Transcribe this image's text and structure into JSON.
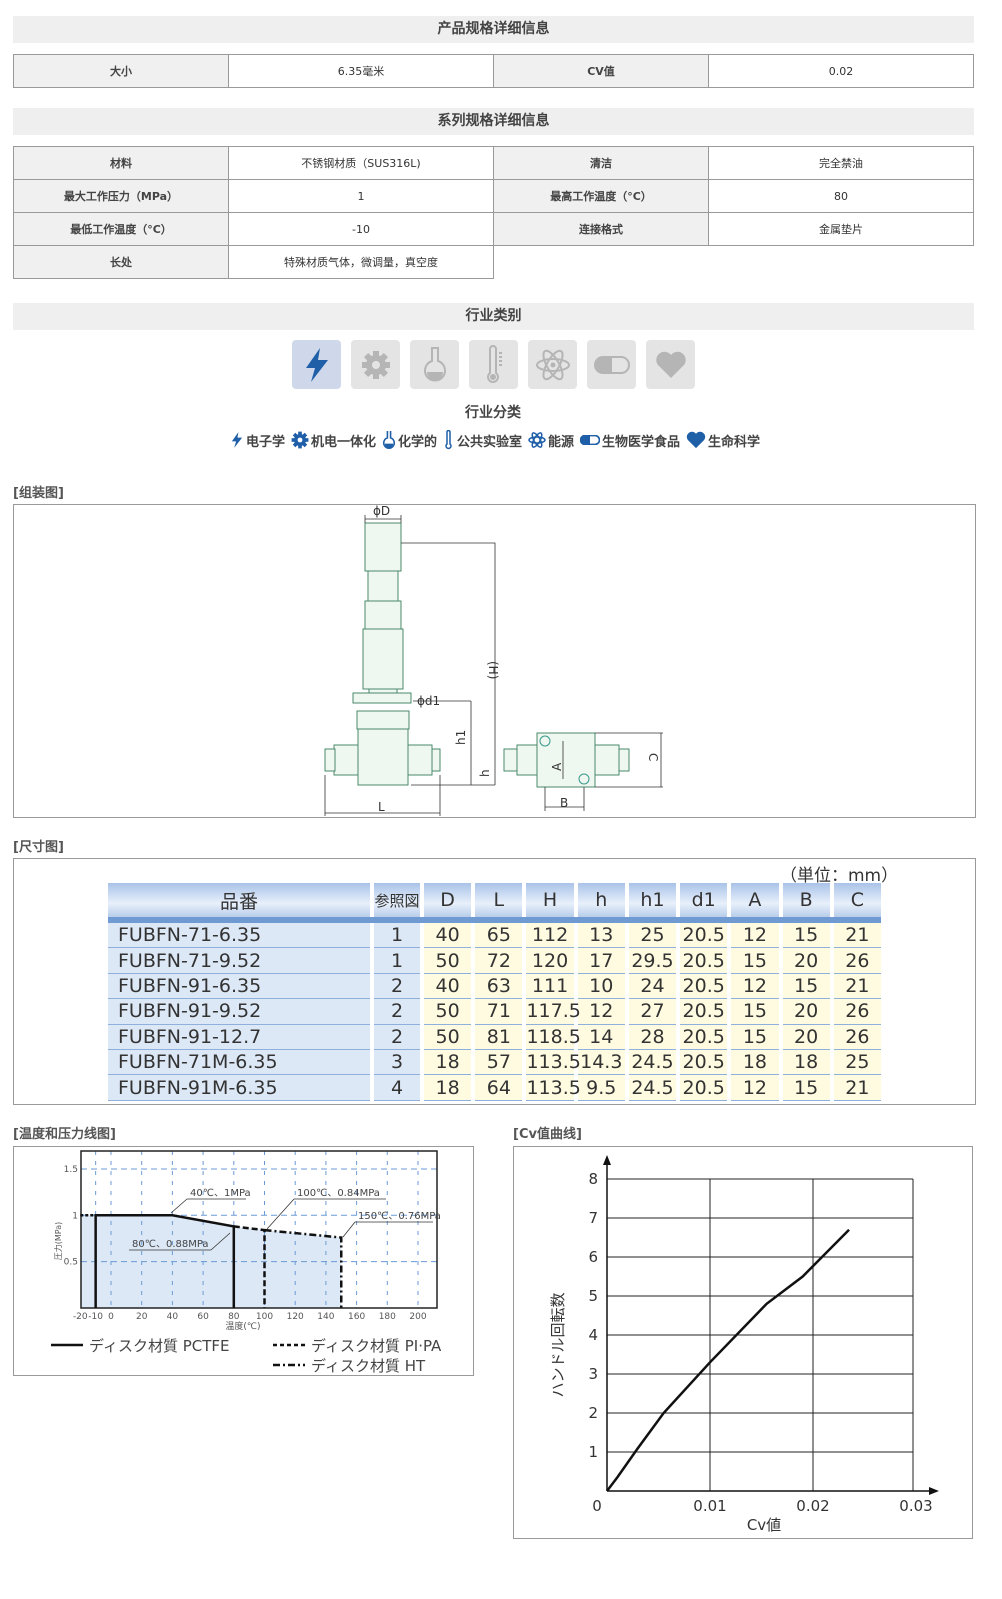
{
  "product_spec": {
    "title": "产品规格详细信息",
    "rows": [
      [
        "大小",
        "6.35毫米",
        "CV值",
        "0.02"
      ]
    ]
  },
  "series_spec": {
    "title": "系列规格详细信息",
    "rows": [
      [
        "材料",
        "不锈钢材质（SUS316L)",
        "清洁",
        "完全禁油"
      ],
      [
        "最大工作压力（MPa）",
        "1",
        "最高工作温度（°C）",
        "80"
      ],
      [
        "最低工作温度（°C）",
        "-10",
        "连接格式",
        "金属垫片"
      ],
      [
        "长处",
        "特殊材质气体，微调量，真空度"
      ]
    ]
  },
  "industry": {
    "title": "行业类别",
    "subtitle": "行业分类",
    "icons": [
      "lightning-icon",
      "gear-icon",
      "flask-icon",
      "thermometer-icon",
      "atom-icon",
      "capsule-icon",
      "heart-icon"
    ],
    "legend": [
      "电子学",
      "机电一体化",
      "化学的",
      "公共实验室",
      "能源",
      "生物医学食品",
      "生命科学"
    ],
    "accent": "#1e5fa8",
    "inactive": "#b5b5b5"
  },
  "assembly": {
    "title": "[组装图]",
    "labels": {
      "D": "ϕD",
      "H": "(H)",
      "d1": "ϕd1",
      "h1": "h1",
      "h": "h",
      "L": "L",
      "A": "A",
      "B": "B",
      "C": "C"
    }
  },
  "dimensions": {
    "title": "[尺寸图]",
    "unit": "（単位：mm）",
    "headers": [
      "品番",
      "参照図",
      "D",
      "L",
      "H",
      "h",
      "h1",
      "d1",
      "A",
      "B",
      "C"
    ],
    "rows": [
      [
        "FUBFN-71-6.35",
        "1",
        "40",
        "65",
        "112",
        "13",
        "25",
        "20.5",
        "12",
        "15",
        "21"
      ],
      [
        "FUBFN-71-9.52",
        "1",
        "50",
        "72",
        "120",
        "17",
        "29.5",
        "20.5",
        "15",
        "20",
        "26"
      ],
      [
        "FUBFN-91-6.35",
        "2",
        "40",
        "63",
        "111",
        "10",
        "24",
        "20.5",
        "12",
        "15",
        "21"
      ],
      [
        "FUBFN-91-9.52",
        "2",
        "50",
        "71",
        "117.5",
        "12",
        "27",
        "20.5",
        "15",
        "20",
        "26"
      ],
      [
        "FUBFN-91-12.7",
        "2",
        "50",
        "81",
        "118.5",
        "14",
        "28",
        "20.5",
        "15",
        "20",
        "26"
      ],
      [
        "FUBFN-71M-6.35",
        "3",
        "18",
        "57",
        "113.5",
        "14.3",
        "24.5",
        "20.5",
        "18",
        "18",
        "25"
      ],
      [
        "FUBFN-91M-6.35",
        "4",
        "18",
        "64",
        "113.5",
        "9.5",
        "24.5",
        "20.5",
        "12",
        "15",
        "21"
      ]
    ]
  },
  "chart_data": [
    {
      "type": "line",
      "title": "[温度和压力线图]",
      "xlabel": "温度(℃)",
      "ylabel": "圧力(MPa)",
      "xlim": [
        -20,
        210
      ],
      "ylim": [
        0,
        1.7
      ],
      "xticks": [
        "-20",
        "-10",
        "0",
        "20",
        "40",
        "60",
        "80",
        "100",
        "120",
        "140",
        "160",
        "180",
        "200"
      ],
      "yticks": [
        "0.5",
        "1",
        "1.5"
      ],
      "grid": true,
      "series": [
        {
          "name": "ディスク材質 PCTFE",
          "style": "solid",
          "points": [
            [
              -10,
              0
            ],
            [
              -10,
              1
            ],
            [
              40,
              1
            ],
            [
              80,
              0.88
            ],
            [
              80,
              0
            ]
          ]
        },
        {
          "name": "ディスク材質 PI·PA",
          "style": "dashed",
          "points": [
            [
              80,
              0.88
            ],
            [
              100,
              0.84
            ],
            [
              100,
              0
            ]
          ]
        },
        {
          "name": "ディスク材質 HT",
          "style": "dashdot",
          "points": [
            [
              100,
              0.84
            ],
            [
              150,
              0.76
            ],
            [
              150,
              0
            ]
          ]
        }
      ],
      "annotations": [
        "40℃、1MPa",
        "100℃、0.84MPa",
        "150℃、0.76MPa",
        "80℃、0.88MPa"
      ]
    },
    {
      "type": "line",
      "title": "[Cv值曲线]",
      "xlabel": "Cv値",
      "ylabel": "ハンドル回転数",
      "xlim": [
        0,
        0.03
      ],
      "ylim": [
        0,
        8
      ],
      "xticks": [
        "0",
        "0.01",
        "0.02",
        "0.03"
      ],
      "yticks": [
        "1",
        "2",
        "3",
        "4",
        "5",
        "6",
        "7",
        "8"
      ],
      "grid": true,
      "series": [
        {
          "name": "Cv",
          "points": [
            [
              0,
              0
            ],
            [
              0.001,
              0.35
            ],
            [
              0.003,
              1.1
            ],
            [
              0.0055,
              2
            ],
            [
              0.01,
              3.3
            ],
            [
              0.0155,
              4.8
            ],
            [
              0.019,
              5.5
            ],
            [
              0.0235,
              6.7
            ]
          ]
        }
      ]
    }
  ]
}
